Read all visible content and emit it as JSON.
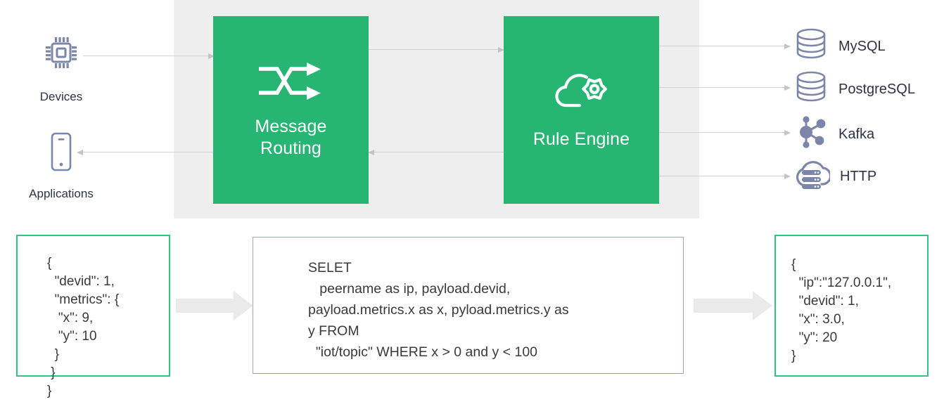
{
  "diagram": {
    "title": "EMQX message routing and rule engine data flow",
    "colors": {
      "green": "#27b573",
      "green_border": "#2fc47f",
      "panel_gray": "#eeeeee",
      "icon_slate": "#7b86a8",
      "text_dark": "#2b3344",
      "arrow_gray": "#cfd0d2",
      "block_arrow_gray": "#eaeaea",
      "sql_border": "#9aa7c7"
    },
    "sources": [
      {
        "id": "devices",
        "label": "Devices",
        "icon": "microchip-icon"
      },
      {
        "id": "applications",
        "label": "Applications",
        "icon": "mobile-phone-icon"
      }
    ],
    "stages": [
      {
        "id": "message-routing",
        "label": "Message\nRouting",
        "label_line1": "Message",
        "label_line2": "Routing",
        "icon": "shuffle-arrows-icon"
      },
      {
        "id": "rule-engine",
        "label": "Rule Engine",
        "icon": "cloud-gear-icon"
      }
    ],
    "sinks": [
      {
        "id": "mysql",
        "label": "MySQL",
        "icon": "database-cylinder-icon"
      },
      {
        "id": "postgresql",
        "label": "PostgreSQL",
        "icon": "database-cylinder-icon"
      },
      {
        "id": "kafka",
        "label": "Kafka",
        "icon": "node-graph-icon"
      },
      {
        "id": "http",
        "label": "HTTP",
        "icon": "cloud-server-icon"
      }
    ],
    "code_panels": {
      "input_json": "{\n  \"devid\": 1,\n  \"metrics\": {\n   \"x\": 9,\n   \"y\": 10\n  }\n }\n}",
      "sql_query": "SELET\n   peername as ip, payload.devid,\npayload.metrics.x as x, pyload.metrics.y as\ny FROM\n  \"iot/topic\" WHERE x > 0 and y < 100",
      "output_json": "{\n  \"ip\":\"127.0.0.1\",\n  \"devid\": 1,\n  \"x\": 3.0,\n  \"y\": 20\n}"
    }
  }
}
